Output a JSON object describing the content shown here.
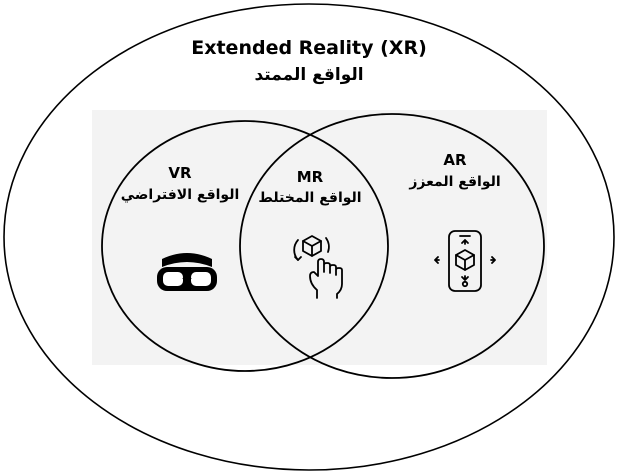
{
  "diagram": {
    "title_en": "Extended Reality (XR)",
    "title_ar": "الواقع الممتد",
    "vr": {
      "label_en": "VR",
      "label_ar": "الواقع الافتراضي",
      "icon": "vr-headset-icon"
    },
    "mr": {
      "label_en": "MR",
      "label_ar": "الواقع المختلط",
      "icon": "mixed-reality-hand-cube-icon"
    },
    "ar": {
      "label_en": "AR",
      "label_ar": "الواقع المعزز",
      "icon": "smartphone-ar-cube-icon"
    },
    "colors": {
      "stroke": "#000000",
      "background": "#ffffff",
      "inner_panel": "#f3f3f3"
    }
  }
}
